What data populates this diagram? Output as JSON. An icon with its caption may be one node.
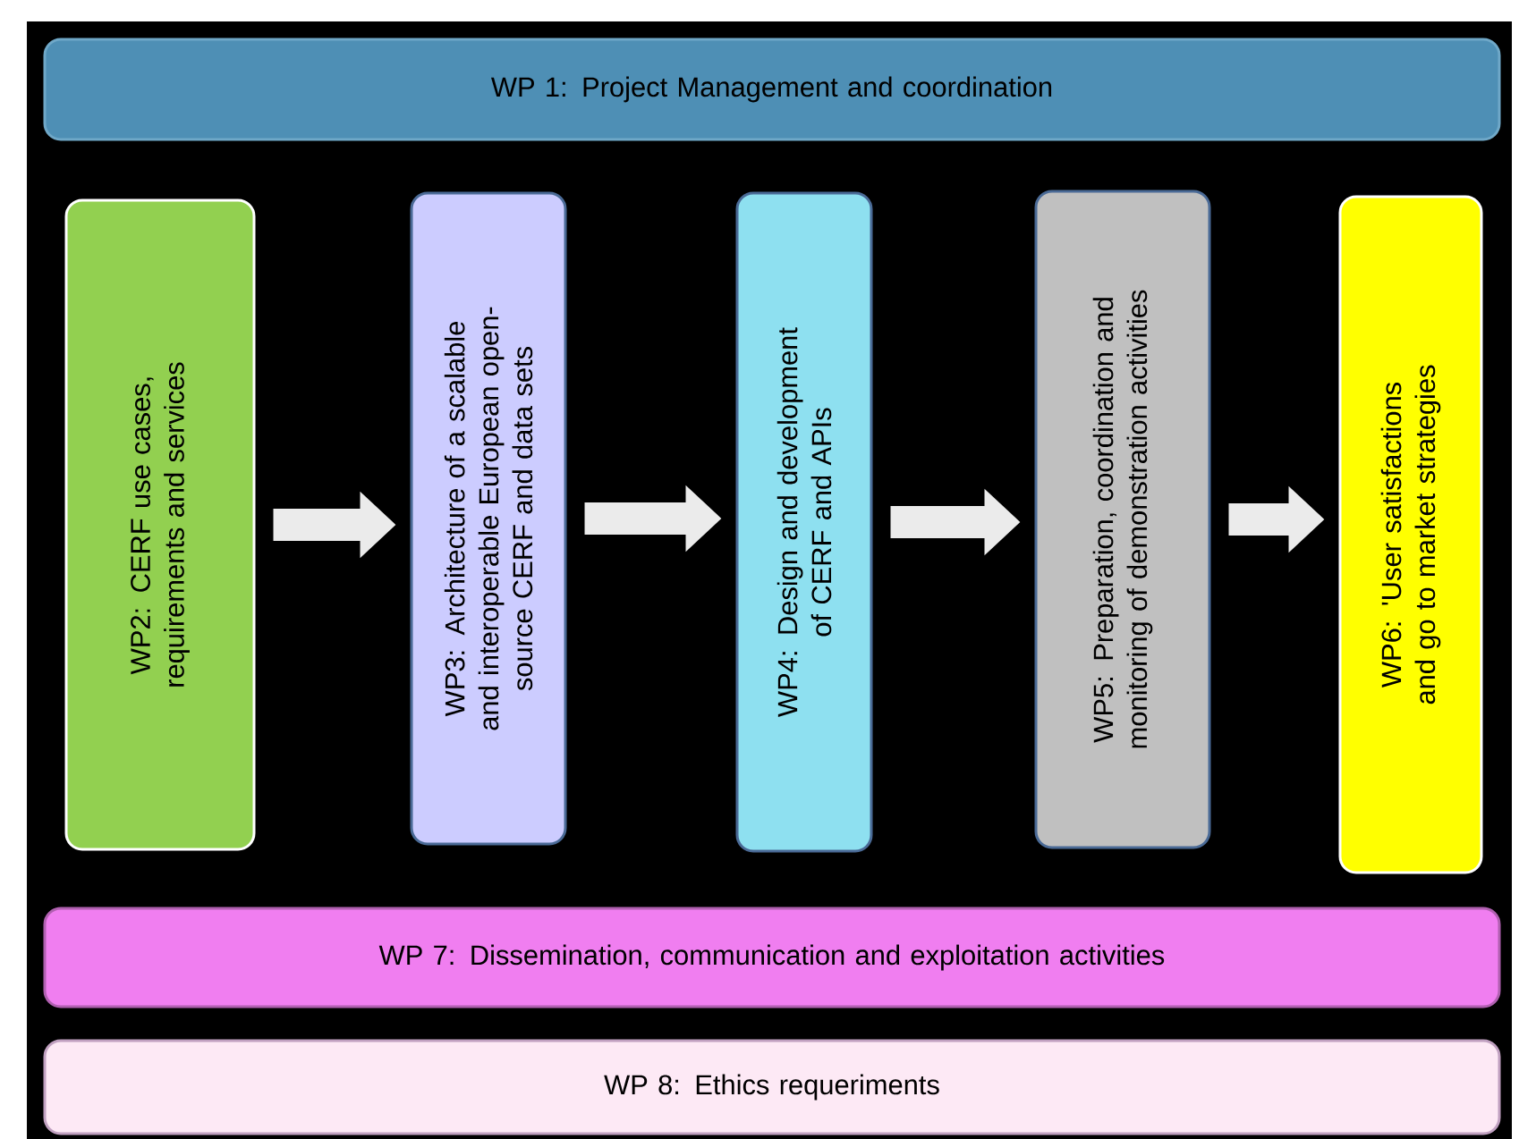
{
  "diagram": {
    "nodes": [
      {
        "text": [
          "WP 1: Project Management and coordination"
        ]
      },
      {
        "text": [
          "WP2: CERF use cases, requirements and services"
        ]
      },
      {
        "text": [
          "WP3: Architecture of a scalable and interoperable European open-source CERF and data sets"
        ]
      },
      {
        "text": [
          "WP4: Design and development of CERF and APIs"
        ]
      },
      {
        "text": [
          "WP5: Preparation, coordination and monitoring of demonstration activities"
        ]
      },
      {
        "text": [
          "WP6: 'User satisfactions and go to market strategies"
        ]
      },
      {
        "text": [
          "WP 7: Dissemination, communication and exploitation activities"
        ]
      },
      {
        "text": [
          "WP 8: Ethics requeriments"
        ]
      }
    ],
    "edges": [
      {
        "from": 1,
        "to": 2,
        "arrow": "to"
      },
      {
        "from": 2,
        "to": 3,
        "arrow": "to"
      },
      {
        "from": 3,
        "to": 4,
        "arrow": "to"
      },
      {
        "from": 4,
        "to": 5,
        "arrow": "to"
      }
    ]
  }
}
